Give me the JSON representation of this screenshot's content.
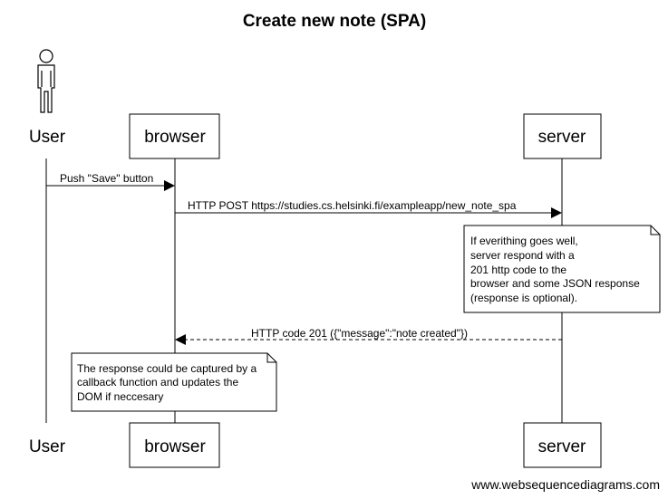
{
  "title": "Create new note (SPA)",
  "participants": {
    "user": "User",
    "browser": "browser",
    "server": "server"
  },
  "messages": {
    "push_save": "Push \"Save\" button",
    "http_post": "HTTP POST https://studies.cs.helsinki.fi/exampleapp/new_note_spa",
    "http_201": "HTTP code 201 ({\"message\":\"note created\"})"
  },
  "notes": {
    "server_note": [
      "If everithing goes well,",
      "server respond with a",
      "201 http code to the",
      "browser and some JSON response",
      "(response is optional)."
    ],
    "browser_note": [
      "The response could be captured by a",
      "callback function and updates the",
      "DOM if neccesary"
    ]
  },
  "footer": "www.websequencediagrams.com",
  "icons": {
    "actor": "stick-figure-icon"
  }
}
